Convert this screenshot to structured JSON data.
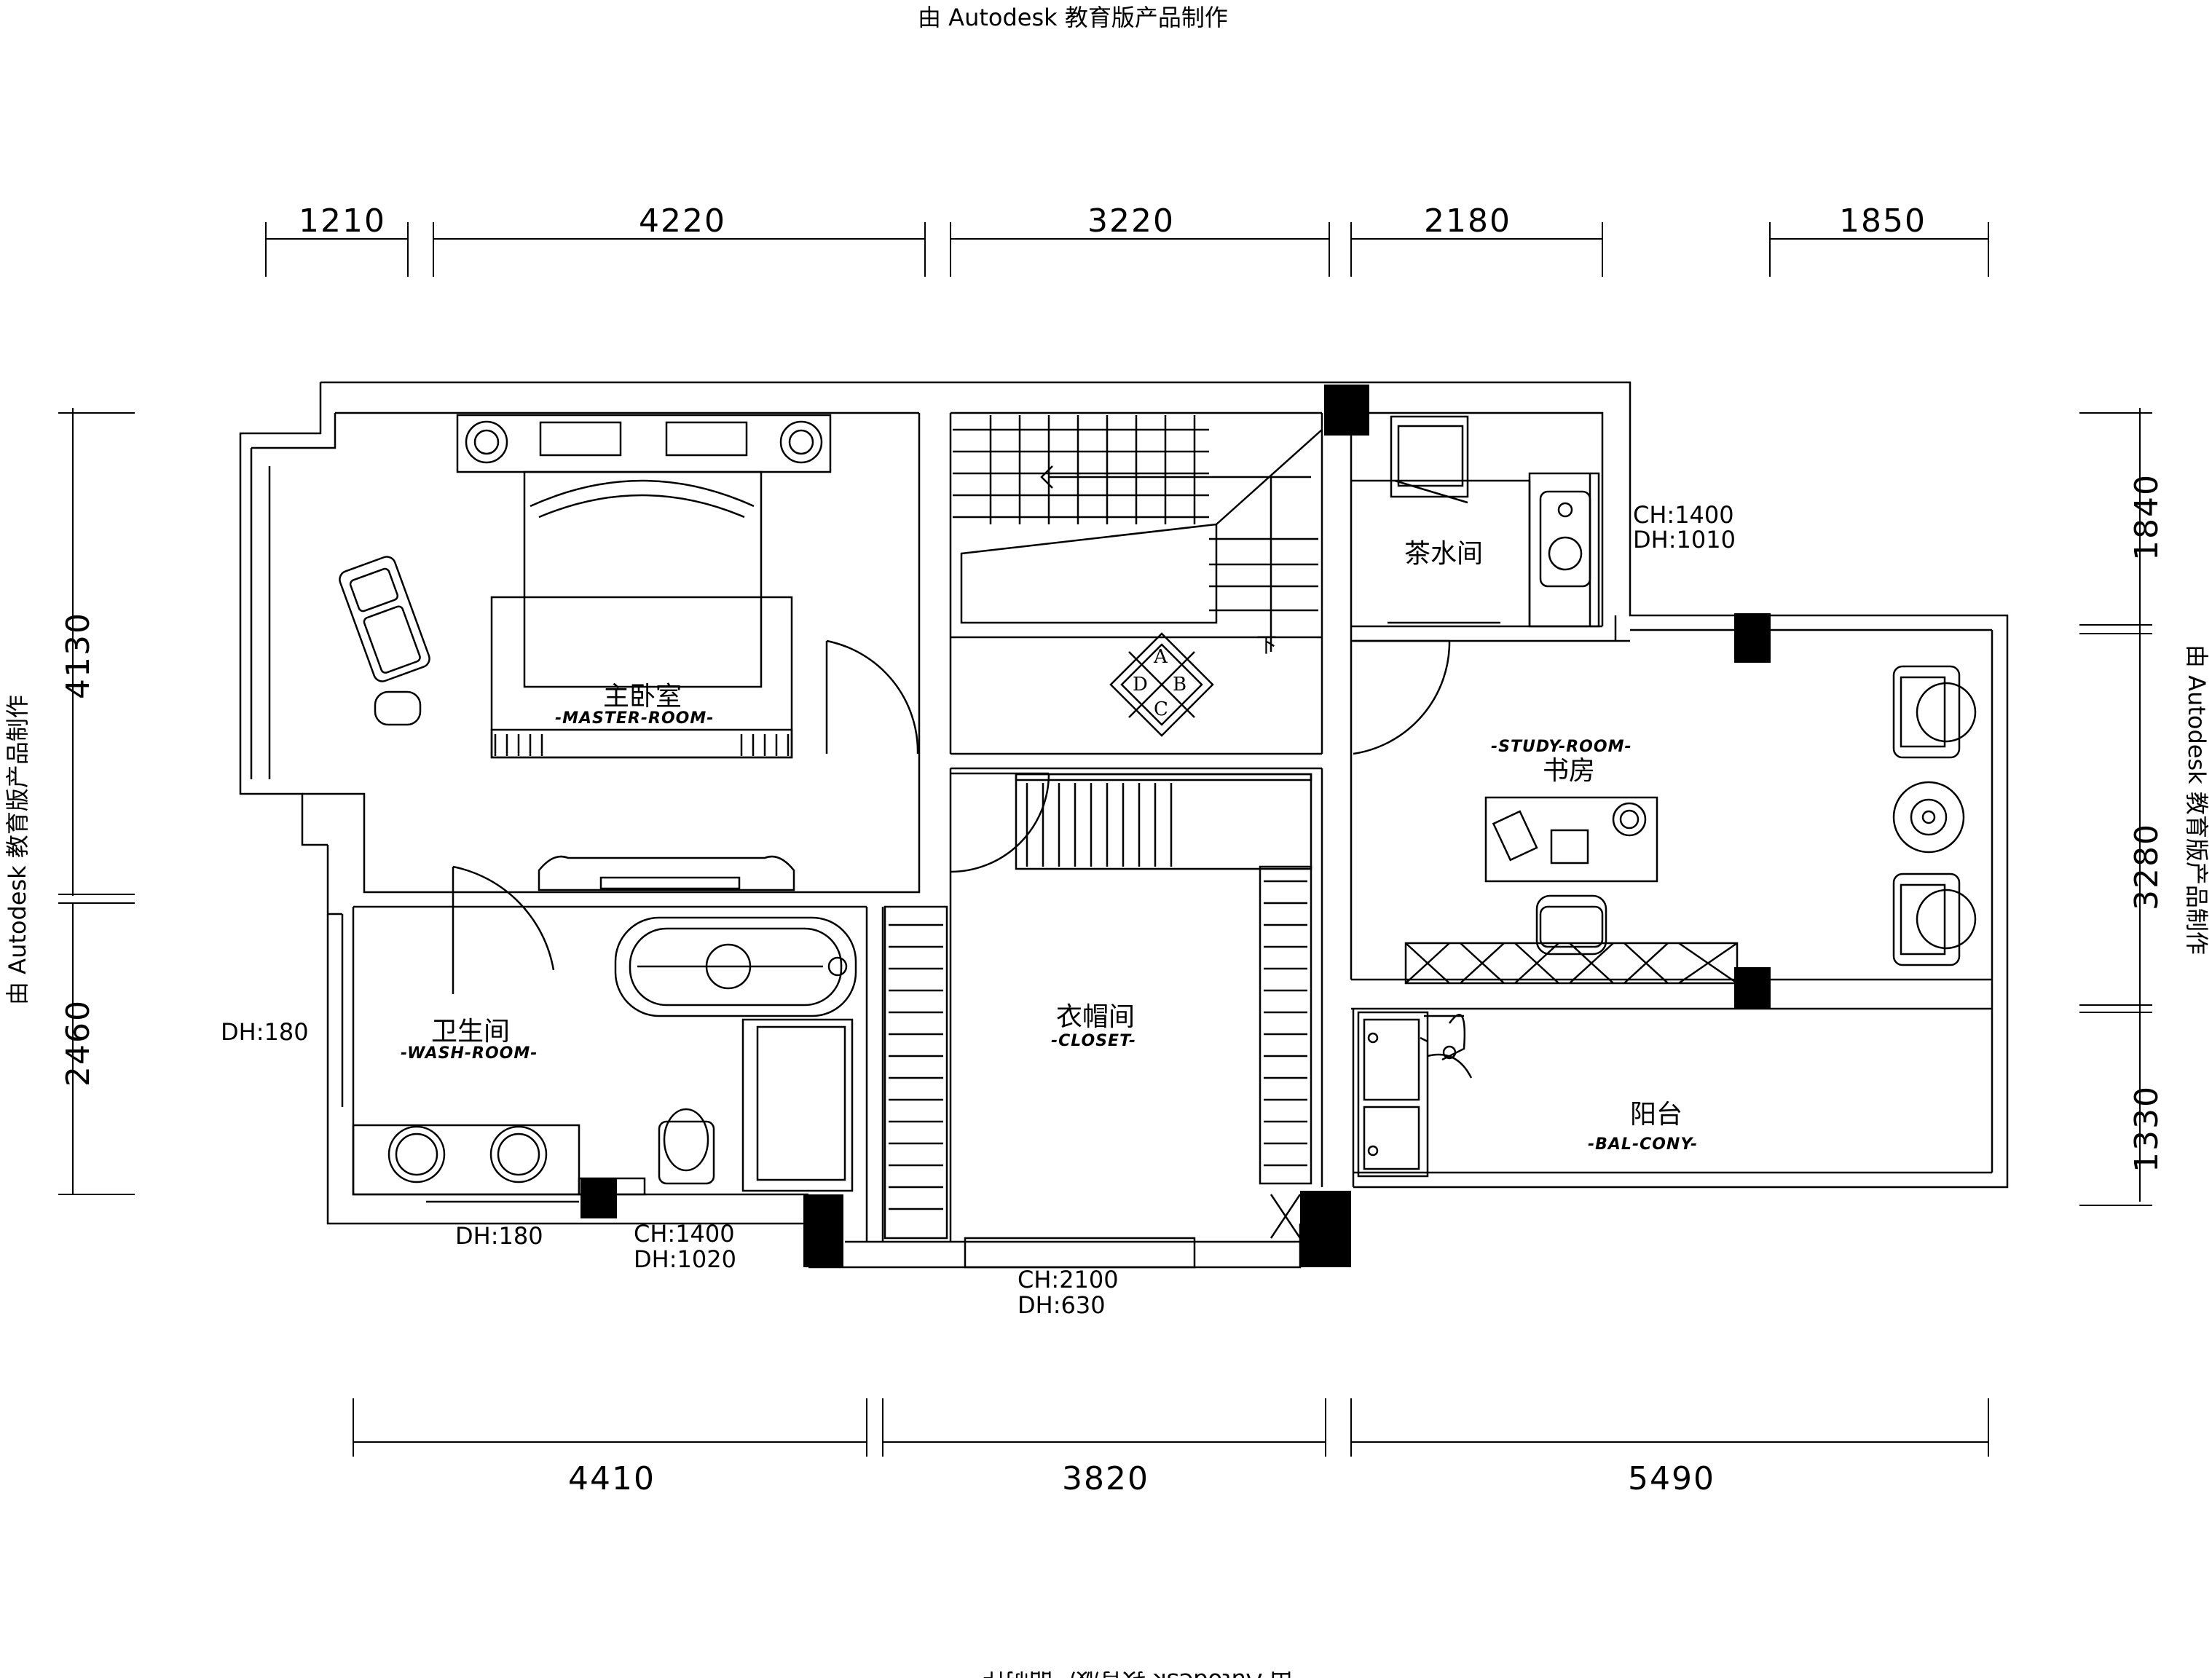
{
  "watermark": {
    "top": "由 Autodesk 教育版产品制作",
    "bottom": "由 Autodesk 教育版产品制作",
    "left": "由 Autodesk 教育版产品制作",
    "right": "由 Autodesk 教育版产品制作"
  },
  "dimensions": {
    "top": [
      "1210",
      "4220",
      "3220",
      "2180",
      "1850"
    ],
    "bottom": [
      "4410",
      "3820",
      "5490"
    ],
    "left": [
      "4130",
      "2460"
    ],
    "right": [
      "1840",
      "3280",
      "1330"
    ]
  },
  "rooms": {
    "master": {
      "cn": "主卧室",
      "en": "-MASTER-ROOM-"
    },
    "wash": {
      "cn": "卫生间",
      "en": "-WASH-ROOM-"
    },
    "closet": {
      "cn": "衣帽间",
      "en": "-CLOSET-"
    },
    "tea": {
      "cn": "茶水间"
    },
    "study": {
      "cn": "书房",
      "en": "-STUDY-ROOM-"
    },
    "balcony": {
      "cn": "阳台",
      "en": "-BAL-CONY-"
    }
  },
  "notes": {
    "tea_ch": "CH:1400",
    "tea_dh": "DH:1010",
    "wash_left_dh": "DH:180",
    "wash_bottom_dh": "DH:180",
    "wash_win_ch": "CH:1400",
    "wash_win_dh": "DH:1020",
    "closet_ch": "CH:2100",
    "closet_dh": "DH:630"
  },
  "stair": {
    "down": "下"
  },
  "compass": {
    "a": "A",
    "b": "B",
    "c": "C",
    "d": "D"
  }
}
